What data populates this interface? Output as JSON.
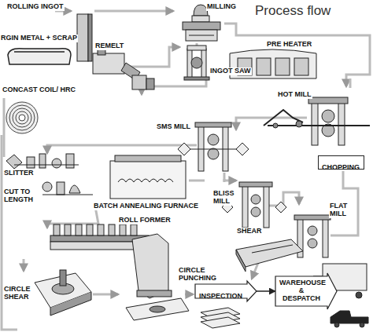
{
  "diagram": {
    "title": "Process flow",
    "nodes": [
      {
        "text": [
          "CHOPPING"
        ]
      },
      {
        "text": [
          "INSPECTION"
        ]
      },
      {
        "text": [
          "WAREHOUSE & DESPATCH"
        ]
      }
    ],
    "edges": [
      {
        "from": 1,
        "to": 2,
        "arrow": "to"
      }
    ],
    "labels": [
      "ROLLING INGOT",
      "MILLING",
      "RGIN METAL + SCRAP",
      "REMELT",
      "INGOT SAW",
      "PRE HEATER",
      "CONCAST COIL/ HRC",
      "HOT MILL",
      "SMS MILL",
      "SLITTER",
      "BLISS MILL",
      "CUT TO LENGTH",
      "BATCH ANNEALING FURNACE",
      "FLAT MILL",
      "ROLL FORMER",
      "SHEAR",
      "CIRCLE SHEAR",
      "CIRCLE PUNCHING"
    ]
  }
}
